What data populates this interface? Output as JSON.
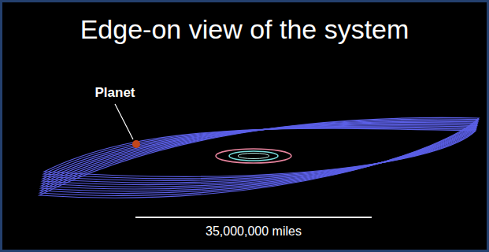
{
  "diagram": {
    "title": "Edge-on view of the system",
    "labels": [
      "Planet",
      "35,000,000 miles"
    ]
  }
}
